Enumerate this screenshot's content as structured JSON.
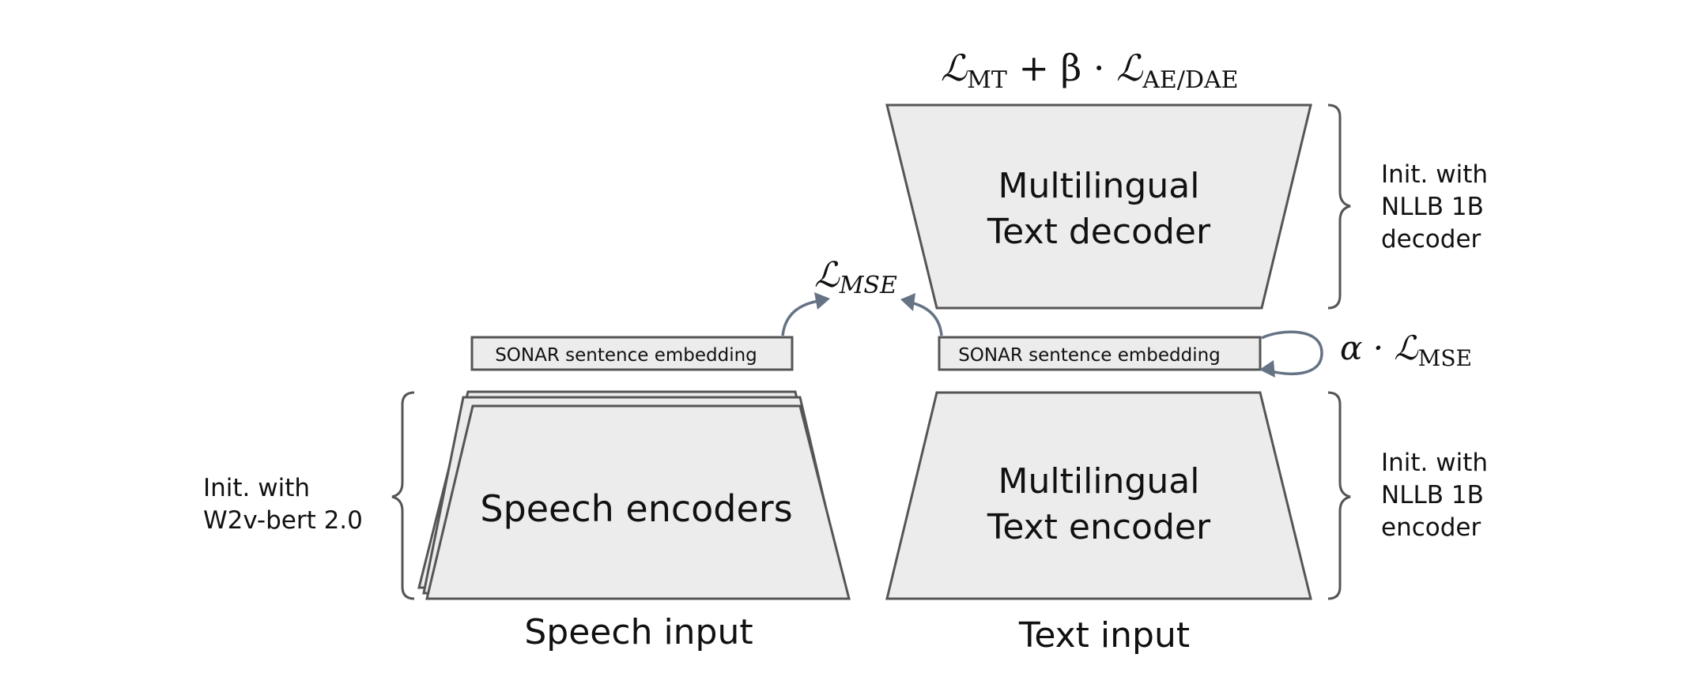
{
  "decoder": {
    "line1": "Multilingual",
    "line2": "Text decoder"
  },
  "text_encoder": {
    "line1": "Multilingual",
    "line2": "Text encoder"
  },
  "speech_encoder": {
    "label": "Speech encoders"
  },
  "sonar_left": {
    "label": "SONAR sentence embedding"
  },
  "sonar_right": {
    "label": "SONAR sentence embedding"
  },
  "inputs": {
    "speech": "Speech input",
    "text": "Text input"
  },
  "init_decoder": {
    "line1": "Init. with",
    "line2": "NLLB 1B",
    "line3": "decoder"
  },
  "init_text_encoder": {
    "line1": "Init. with",
    "line2": "NLLB 1B",
    "line3": "encoder"
  },
  "init_speech": {
    "line1": "Init. with",
    "line2": "W2v-bert 2.0"
  },
  "loss_top": {
    "L1": "ℒ",
    "sub1": "MT",
    "plus": " + β · ",
    "L2": "ℒ",
    "sub2": "AE/DAE"
  },
  "loss_mse_mid": {
    "L": "ℒ",
    "sub": "MSE"
  },
  "loss_mse_right": {
    "alpha": "α · ",
    "L": "ℒ",
    "sub": "MSE"
  },
  "colors": {
    "box_fill": "#ececec",
    "outline": "#555555",
    "arrow": "#667385"
  }
}
